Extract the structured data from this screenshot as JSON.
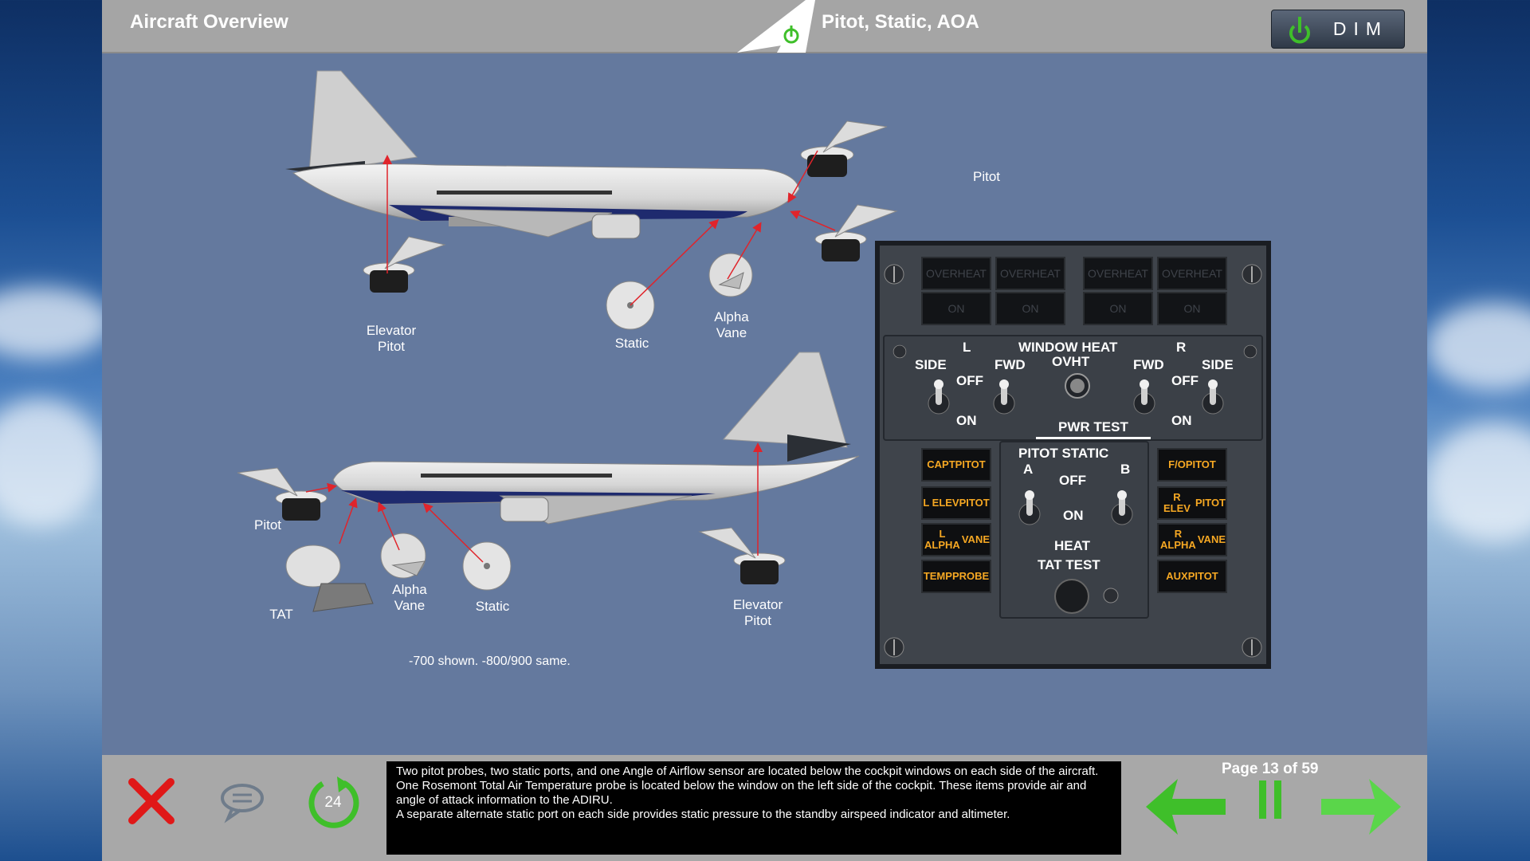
{
  "header": {
    "section_title": "Aircraft Overview",
    "page_title": "Pitot, Static, AOA",
    "dim_label": "DIM"
  },
  "diagram": {
    "top": {
      "pitot": "Pitot",
      "elevator_pitot": "Elevator\nPitot",
      "static": "Static",
      "alpha_vane": "Alpha\nVane"
    },
    "bottom": {
      "pitot": "Pitot",
      "tat": "TAT",
      "alpha_vane": "Alpha\nVane",
      "static": "Static",
      "elevator_pitot": "Elevator\nPitot"
    },
    "note": "-700 shown. -800/900 same."
  },
  "panel": {
    "annunciators_top": [
      "OVERHEAT",
      "OVERHEAT",
      "OVERHEAT",
      "OVERHEAT"
    ],
    "annunciators_on": [
      "ON",
      "ON",
      "ON",
      "ON"
    ],
    "window_heat": {
      "l": "L",
      "title": "WINDOW HEAT",
      "r": "R",
      "side": "SIDE",
      "fwd": "FWD",
      "ovht": "OVHT",
      "off": "OFF",
      "on": "ON",
      "pwr_test": "PWR TEST"
    },
    "pitot_static": {
      "title": "PITOT STATIC",
      "a": "A",
      "b": "B",
      "off": "OFF",
      "on": "ON",
      "heat": "HEAT",
      "tat_test": "TAT TEST"
    },
    "left_lights": [
      [
        "CAPT",
        "PITOT"
      ],
      [
        "L ELEV",
        "PITOT"
      ],
      [
        "L ALPHA",
        "VANE"
      ],
      [
        "TEMP",
        "PROBE"
      ]
    ],
    "right_lights": [
      [
        "F/O",
        "PITOT"
      ],
      [
        "R ELEV",
        "PITOT"
      ],
      [
        "R ALPHA",
        "VANE"
      ],
      [
        "AUX",
        "PITOT"
      ]
    ]
  },
  "footer": {
    "text_lines": [
      "Two pitot probes, two static ports, and one Angle of Airflow sensor are located below the cockpit windows on each side of the aircraft.",
      "One Rosemont Total Air Temperature probe is located below the window on the left side of the cockpit.  These items provide air and angle of attack information to the ADIRU.",
      "A separate alternate static port on each side provides static pressure to the standby airspeed indicator and altimeter."
    ],
    "page_counter": "Page 13 of 59",
    "timer_value": "24"
  },
  "colors": {
    "accent_green": "#3fbf2a",
    "close_red": "#e01818",
    "annunciator_amber": "#f6a823",
    "arrow_red": "#e0242b"
  }
}
